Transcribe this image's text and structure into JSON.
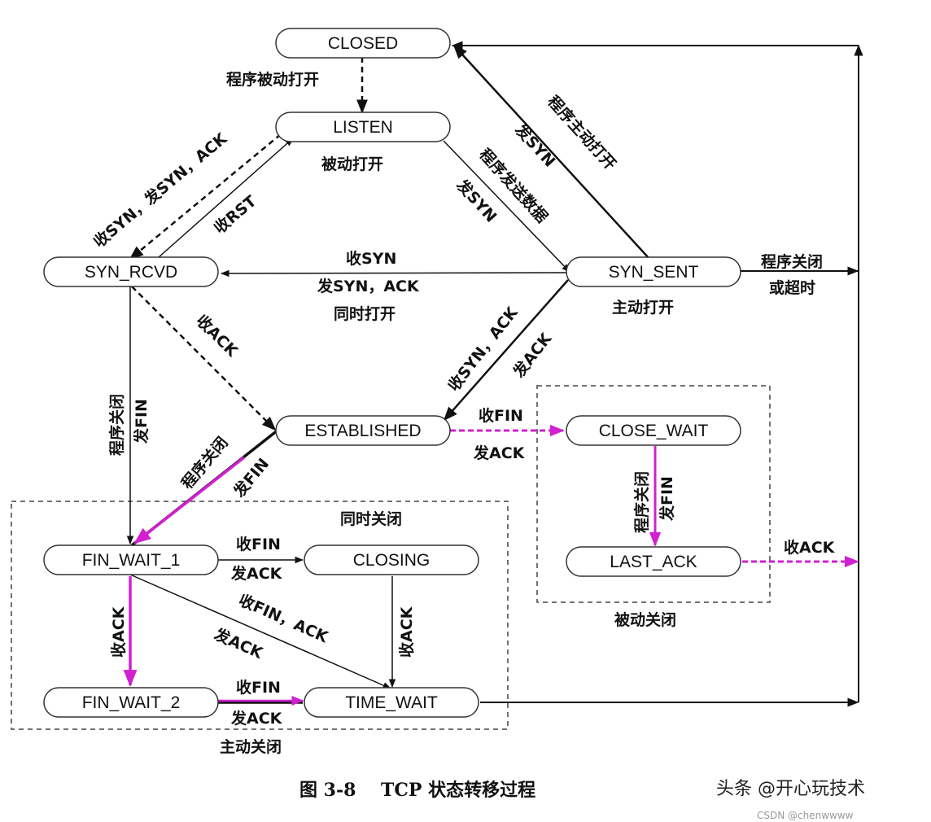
{
  "states": {
    "closed": "CLOSED",
    "listen": "LISTEN",
    "syn_rcvd": "SYN_RCVD",
    "syn_sent": "SYN_SENT",
    "established": "ESTABLISHED",
    "close_wait": "CLOSE_WAIT",
    "last_ack": "LAST_ACK",
    "fin_wait_1": "FIN_WAIT_1",
    "closing": "CLOSING",
    "fin_wait_2": "FIN_WAIT_2",
    "time_wait": "TIME_WAIT"
  },
  "labels": {
    "passive_open_prog": "程序被动打开",
    "passive_open": "被动打开",
    "recv_syn_send_synack": "收SYN，发SYN，ACK",
    "recv_rst": "收RST",
    "prog_active_open": "程序主动打开",
    "send_syn_1": "发SYN",
    "prog_send_data": "程序发送数据",
    "send_syn_2": "发SYN",
    "recv_syn": "收SYN",
    "send_syn_ack": "发SYN，ACK",
    "simul_open": "同时打开",
    "active_open": "主动打开",
    "prog_close": "程序关闭",
    "or_timeout": "或超时",
    "recv_ack_est": "收ACK",
    "recv_synack": "收SYN，ACK",
    "send_ack_est": "发ACK",
    "prog_close_left": "程序关闭",
    "send_fin_left": "发FIN",
    "prog_close_est": "程序关闭",
    "send_fin_est": "发FIN",
    "recv_fin_cw": "收FIN",
    "send_ack_cw": "发ACK",
    "prog_close_cw": "程序关闭",
    "send_fin_cw": "发FIN",
    "recv_ack_la": "收ACK",
    "passive_close": "被动关闭",
    "simul_close": "同时关闭",
    "recv_fin_fw1": "收FIN",
    "send_ack_fw1": "发ACK",
    "recv_ack_fw1": "收ACK",
    "recv_finack": "收FIN，ACK",
    "send_ack_diag": "发ACK",
    "recv_ack_closing": "收ACK",
    "recv_fin_fw2": "收FIN",
    "send_ack_fw2": "发ACK",
    "active_close": "主动关闭"
  },
  "caption": "图 3-8    TCP 状态转移过程",
  "watermark": "头条 @开心玩技术",
  "watermark_sub": "CSDN @chenwwww",
  "colors": {
    "line": "#111111",
    "highlight": "#d020d0",
    "box_border": "#333333",
    "dashed_group": "#444444"
  }
}
